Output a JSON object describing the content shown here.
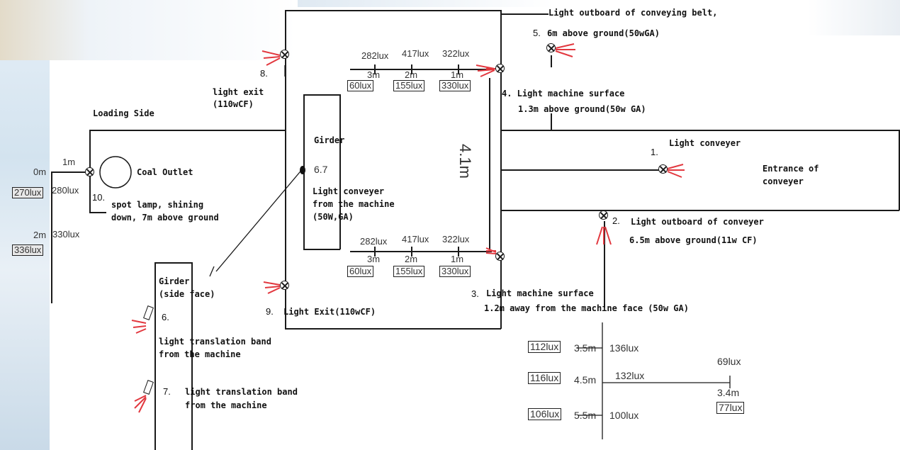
{
  "labels": {
    "outboard_belt_1": "Light outboard of conveying belt,",
    "outboard_belt_2": "6m above ground(50wGA)",
    "num_5": "5.",
    "num_8": "8.",
    "exit_8_1": "light exit",
    "exit_8_2": "(110wCF)",
    "machine_4_1": "4. Light machine surface",
    "machine_4_2": "1.3m above ground(50w GA)",
    "loading_side": "Loading Side",
    "girder": "Girder",
    "height_41": "4.1m",
    "light_conveyer": "Light conveyer",
    "num_1": "1.",
    "entrance_1": "Entrance of",
    "entrance_2": "conveyer",
    "coal_outlet": "Coal Outlet",
    "num_67": "6.7",
    "conveyer_machine_1": "Light conveyer",
    "conveyer_machine_2": "from the machine",
    "conveyer_machine_3": "(50W,GA)",
    "num_10": "10.",
    "spot_1": "spot lamp, shining",
    "spot_2": "down, 7m above ground",
    "num_2": "2.",
    "outboard_conv_1": "Light outboard of conveyer",
    "outboard_conv_2": "6.5m above ground(11w CF)",
    "girder_side_1": "Girder",
    "girder_side_2": "(side face)",
    "num_3": "3.",
    "machine_3_1": "Light machine surface",
    "machine_3_2": "1.2m away from the machine face (50w GA)",
    "num_9": "9.",
    "exit_9": "Light Exit(110wCF)",
    "num_6": "6.",
    "trans_6_1": "light translation band",
    "trans_6_2": "from the machine",
    "num_7": "7.",
    "trans_7_1": "light translation band",
    "trans_7_2": "from the machine"
  },
  "measurements": {
    "top_lux": [
      "282lux",
      "417lux",
      "322lux"
    ],
    "top_dist": [
      "3m",
      "2m",
      "1m"
    ],
    "top_box": [
      "60lux",
      "155lux",
      "330lux"
    ],
    "bot_lux": [
      "282lux",
      "417lux",
      "322lux"
    ],
    "bot_dist": [
      "3m",
      "2m",
      "1m"
    ],
    "bot_box": [
      "60lux",
      "155lux",
      "330lux"
    ],
    "left_0m": "0m",
    "left_1m": "1m",
    "left_270": "270lux",
    "left_280": "280lux",
    "left_2m": "2m",
    "left_330": "330lux",
    "left_336": "336lux",
    "rb_112": "112lux",
    "rb_35": "3.5m",
    "rb_136": "136lux",
    "rb_69": "69lux",
    "rb_116": "116lux",
    "rb_45": "4.5m",
    "rb_132": "132lux",
    "rb_34": "3.4m",
    "rb_106": "106lux",
    "rb_55": "5.5m",
    "rb_100": "100lux",
    "rb_77": "77lux"
  },
  "colors": {
    "ray": "#e2383f",
    "line": "#1a1a1a",
    "background_tint": "#d3e3ef"
  }
}
